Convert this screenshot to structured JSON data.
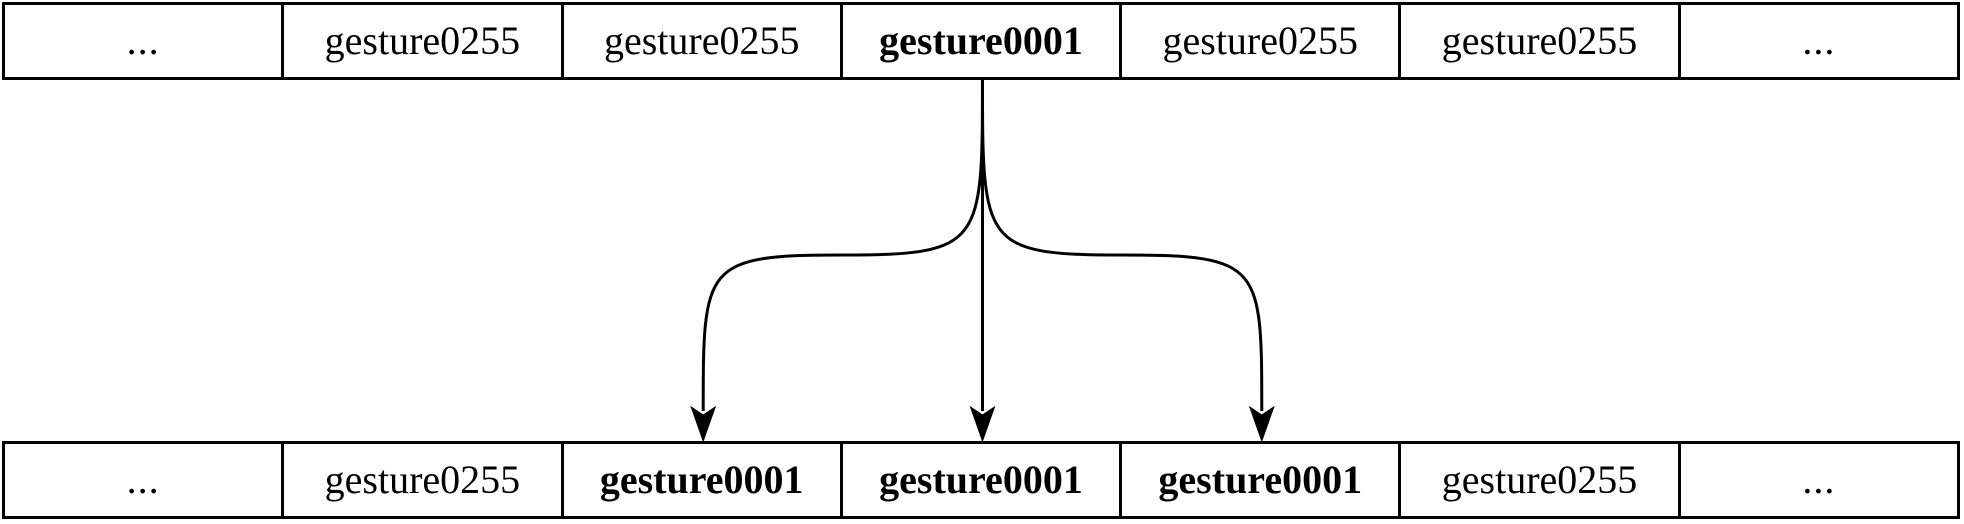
{
  "top_sequence": {
    "cells": [
      {
        "text": "...",
        "bold": false
      },
      {
        "text": "gesture0255",
        "bold": false
      },
      {
        "text": "gesture0255",
        "bold": false
      },
      {
        "text": "gesture0001",
        "bold": true
      },
      {
        "text": "gesture0255",
        "bold": false
      },
      {
        "text": "gesture0255",
        "bold": false
      },
      {
        "text": "...",
        "bold": false
      }
    ]
  },
  "bottom_sequence": {
    "cells": [
      {
        "text": "...",
        "bold": false
      },
      {
        "text": "gesture0255",
        "bold": false
      },
      {
        "text": "gesture0001",
        "bold": true
      },
      {
        "text": "gesture0001",
        "bold": true
      },
      {
        "text": "gesture0001",
        "bold": true
      },
      {
        "text": "gesture0255",
        "bold": false
      },
      {
        "text": "...",
        "bold": false
      }
    ]
  },
  "arrows": {
    "source_cell_index": 3,
    "target_cell_indices": [
      2,
      3,
      4
    ],
    "color": "#000000"
  }
}
